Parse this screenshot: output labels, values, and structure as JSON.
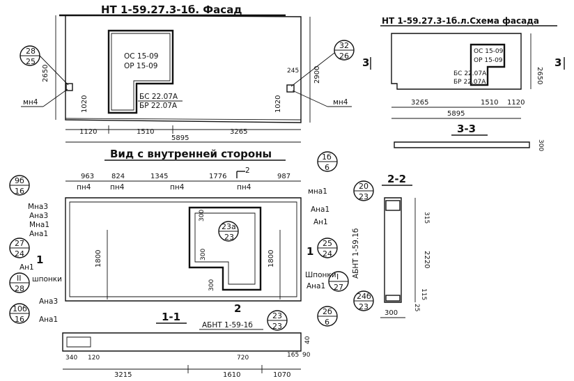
{
  "titles": {
    "facade": "НТ 1-59.27.3-1б. Фасад",
    "scheme": "НТ 1-59.27.3-1б.л.Схема фасада",
    "inner_view": "Вид с внутренней стороны",
    "section_33": "3-3",
    "section_22": "2-2",
    "section_11": "1-1"
  },
  "facade": {
    "window_label_top": "ОС 15-09",
    "window_label_bottom": "ОР 15-09",
    "door_label_top": "БС 22.07А",
    "door_label_bottom": "БР 22.07А",
    "left_circle_top": "28",
    "left_circle_bottom": "25",
    "right_circle_top": "32",
    "right_circle_bottom": "26",
    "left_dim_height": "2650",
    "right_dim_height": "2900",
    "left_dim_small": "1020",
    "right_dim_small": "1020",
    "dim_245": "245",
    "left_tag": "мн4",
    "right_tag": "мн4",
    "bottom_dims": [
      "1120",
      "1510",
      "3265"
    ],
    "total_dim": "5895"
  },
  "scheme": {
    "window_label_top": "ОС 15-09",
    "window_label_bottom": "ОР 15-09",
    "door_label_top": "БС 22.07А",
    "door_label_bottom": "БР 22.07А",
    "height_dim": "2650",
    "bottom_dims": [
      "3265",
      "1510",
      "1120"
    ],
    "total_dim": "5895",
    "cut_left": "3",
    "cut_right": "3",
    "section_dim": "300"
  },
  "inner": {
    "top_dims": [
      "963",
      "824",
      "1345",
      "1776",
      "987"
    ],
    "cut_mark": "2",
    "pn_tags": [
      "пн4",
      "пн4",
      "пн4",
      "пн4"
    ],
    "mna_right_top": "мна1",
    "ana_right_1": "Ана1",
    "an_right": "Ан1",
    "left_tags": [
      "Мна3",
      "Ана3",
      "Мна1",
      "Ана1"
    ],
    "left_circle_1_top": "9б",
    "left_circle_1_bottom": "16",
    "left_circle_2_top": "27",
    "left_circle_2_bottom": "24",
    "left_circle_3_top": "II",
    "left_circle_3_bottom": "28",
    "left_circle_4_top": "10б",
    "left_circle_4_bottom": "16",
    "an1_left": "Ан1",
    "cut_1_left": "1",
    "shponki_left": "шпонки",
    "ana3_bottom": "Ана3",
    "ana1_bottom": "Ана1",
    "center_circle_top": "23а",
    "center_circle_bottom": "23",
    "dim_300_top": "300",
    "dim_300_mid": "300",
    "dim_300_bot": "300",
    "dim_1800_left": "1800",
    "dim_1800_right": "1800",
    "right_circle_1_top": "1б",
    "right_circle_1_bottom": "6",
    "right_circle_2_top": "25",
    "right_circle_2_bottom": "24",
    "right_circle_3_top": "I",
    "right_circle_3_bottom": "27",
    "right_circle_4_top": "2б",
    "right_circle_4_bottom": "6",
    "shponki_right": "Шпонки",
    "ana1_right_bottom": "Ана1",
    "cut_1_right": "1",
    "cut_2_bottom": "2"
  },
  "section22": {
    "circle_1_top": "20",
    "circle_1_bottom": "23",
    "circle_2_top": "24б",
    "circle_2_bottom": "23",
    "label": "АБНТ 1-59.1б",
    "dim_315": "315",
    "dim_2220": "2220",
    "dim_115": "115",
    "dim_25": "25",
    "dim_300": "300"
  },
  "section11": {
    "label": "АБНТ 1-59-1б",
    "circle_top": "23",
    "circle_bottom": "23",
    "dims_small": [
      "340",
      "120"
    ],
    "dim_720": "720",
    "dim_165": "165",
    "dim_90": "90",
    "dim_40": "40",
    "bottom_dims": [
      "3215",
      "1610",
      "1070"
    ]
  }
}
